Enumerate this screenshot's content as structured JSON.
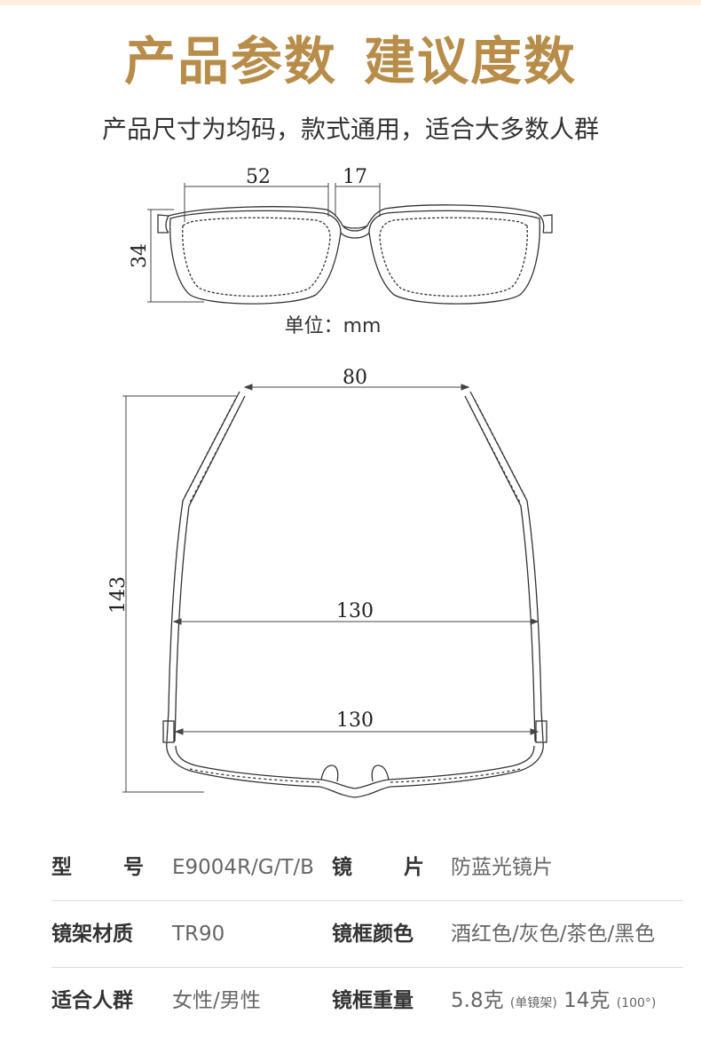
{
  "header": {
    "title_part1": "产品参数",
    "title_part2": "建议度数",
    "subtitle": "产品尺寸为均码，款式通用，适合大多数人群"
  },
  "front_view": {
    "lens_width": "52",
    "bridge_width": "17",
    "lens_height": "34",
    "unit_label": "单位：mm"
  },
  "top_view": {
    "temple_gap": "80",
    "total_length": "143",
    "width_middle": "130",
    "width_front": "130"
  },
  "specs": {
    "row1": {
      "label1_a": "型",
      "label1_b": "号",
      "value1": "E9004R/G/T/B",
      "label2_a": "镜",
      "label2_b": "片",
      "value2": "防蓝光镜片"
    },
    "row2": {
      "label1": "镜架材质",
      "value1": "TR90",
      "label2": "镜框颜色",
      "value2": "酒红色/灰色/茶色/黑色"
    },
    "row3": {
      "label1": "适合人群",
      "value1": "女性/男性",
      "label2": "镜框重量",
      "weight1": "5.8克",
      "weight1_note": "(单镜架)",
      "weight2": "14克",
      "weight2_note": "(100°)"
    }
  },
  "colors": {
    "accent": "#b88d4a",
    "line": "#333333",
    "divider": "#dcdcdc"
  }
}
